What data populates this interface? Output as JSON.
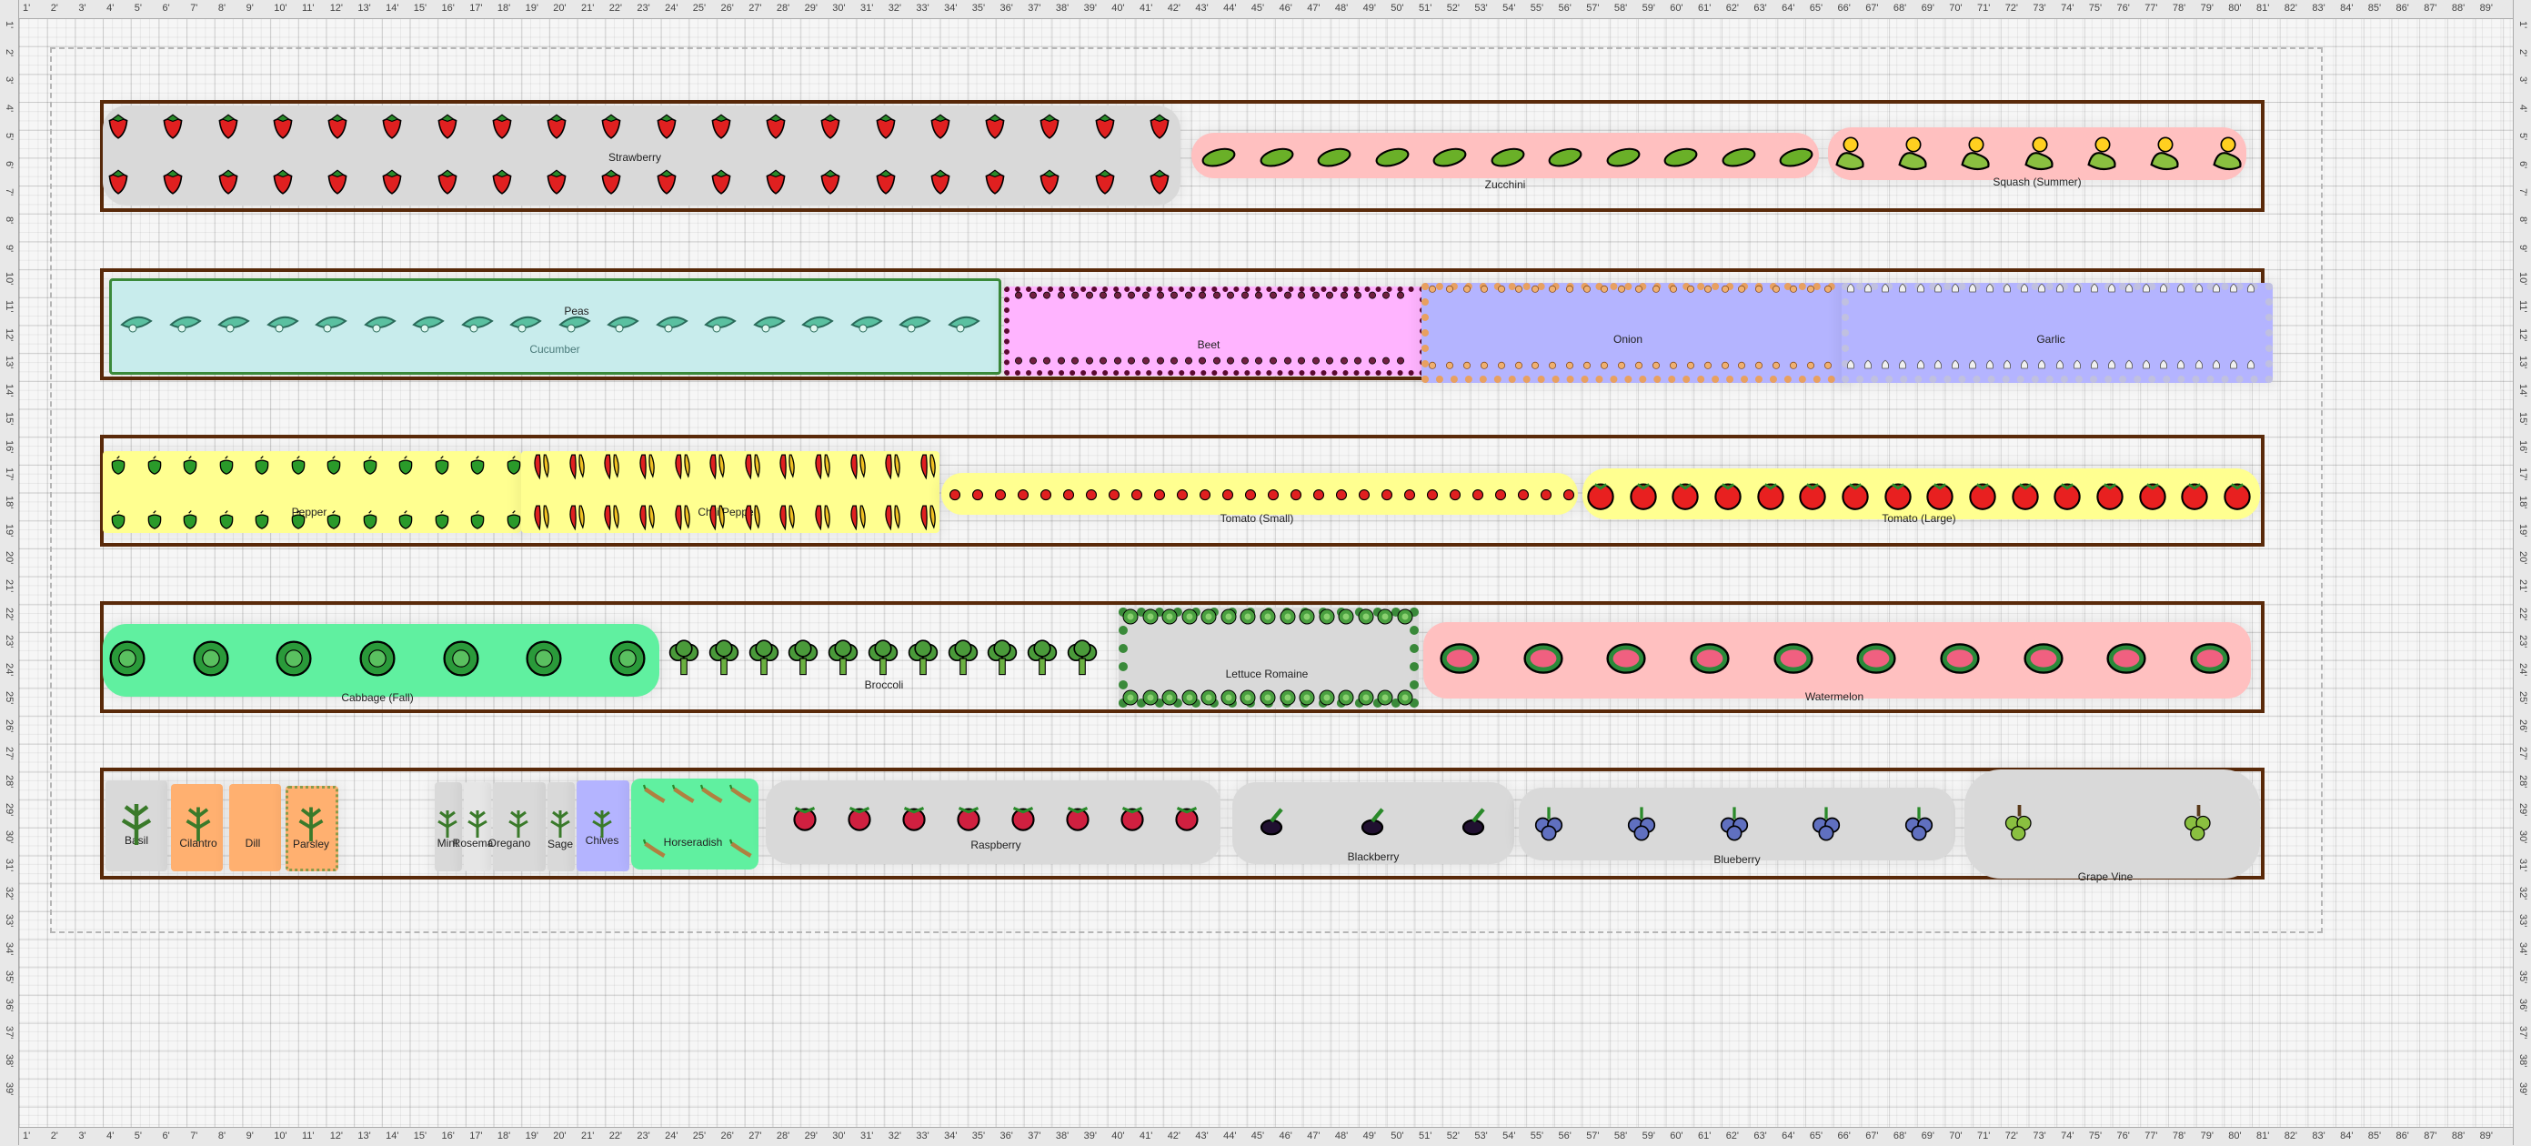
{
  "ruler": {
    "top_labels": [
      "1'",
      "2'",
      "3'",
      "4'",
      "5'",
      "6'",
      "7'",
      "8'",
      "9'",
      "10'",
      "11'",
      "12'",
      "13'",
      "14'",
      "15'",
      "16'",
      "17'",
      "18'",
      "19'",
      "20'",
      "21'",
      "22'",
      "23'",
      "24'",
      "25'",
      "26'",
      "27'",
      "28'",
      "29'",
      "30'",
      "31'",
      "32'",
      "33'",
      "34'",
      "35'",
      "36'",
      "37'",
      "38'",
      "39'",
      "40'",
      "41'",
      "42'",
      "43'",
      "44'",
      "45'",
      "46'",
      "47'",
      "48'",
      "49'",
      "50'",
      "51'",
      "52'",
      "53'",
      "54'",
      "55'",
      "56'",
      "57'",
      "58'",
      "59'",
      "60'",
      "61'",
      "62'",
      "63'",
      "64'",
      "65'",
      "66'",
      "67'",
      "68'",
      "69'",
      "70'",
      "71'",
      "72'",
      "73'",
      "74'",
      "75'",
      "76'",
      "77'",
      "78'",
      "79'",
      "80'",
      "81'",
      "82'",
      "83'",
      "84'",
      "85'",
      "86'",
      "87'",
      "88'",
      "89'"
    ],
    "side_labels": [
      "1'",
      "2'",
      "3'",
      "4'",
      "5'",
      "6'",
      "7'",
      "8'",
      "9'",
      "10'",
      "11'",
      "12'",
      "13'",
      "14'",
      "15'",
      "16'",
      "17'",
      "18'",
      "19'",
      "20'",
      "21'",
      "22'",
      "23'",
      "24'",
      "25'",
      "26'",
      "27'",
      "28'",
      "29'",
      "30'",
      "31'",
      "32'",
      "33'",
      "34'",
      "35'",
      "36'",
      "37'",
      "38'",
      "39'"
    ]
  },
  "beds": [
    {
      "plants": [
        {
          "label": "Strawberry",
          "icon": "strawberry-icon",
          "color": "#d9d9d9"
        },
        {
          "label": "Zucchini",
          "icon": "zucchini-icon",
          "color": "#ffc0c0"
        },
        {
          "label": "Squash (Summer)",
          "icon": "squash-icon",
          "color": "#ffc0c0"
        }
      ]
    },
    {
      "plants": [
        {
          "label": "Peas",
          "icon": "peas-icon",
          "color": "#c8ecec"
        },
        {
          "label": "Cucumber",
          "icon": "cucumber-icon",
          "color": "#c8ecec"
        },
        {
          "label": "Beet",
          "icon": "beet-icon",
          "color": "#ffb4ff"
        },
        {
          "label": "Onion",
          "icon": "onion-icon",
          "color": "#b4b4ff"
        },
        {
          "label": "Garlic",
          "icon": "garlic-icon",
          "color": "#b4b4ff"
        }
      ]
    },
    {
      "plants": [
        {
          "label": "Pepper",
          "icon": "pepper-icon",
          "color": "#ffff90"
        },
        {
          "label": "Chili Pepper",
          "icon": "chili-icon",
          "color": "#ffff90"
        },
        {
          "label": "Tomato (Small)",
          "icon": "cherry-tomato-icon",
          "color": "#ffff90"
        },
        {
          "label": "Tomato (Large)",
          "icon": "tomato-icon",
          "color": "#ffff90"
        }
      ]
    },
    {
      "plants": [
        {
          "label": "Cabbage (Fall)",
          "icon": "cabbage-icon",
          "color": "#60f0a0"
        },
        {
          "label": "Broccoli",
          "icon": "broccoli-icon",
          "color": "#d9d9d9"
        },
        {
          "label": "Lettuce Romaine",
          "icon": "lettuce-icon",
          "color": "#d9d9d9"
        },
        {
          "label": "Watermelon",
          "icon": "watermelon-icon",
          "color": "#ffc0c0"
        }
      ]
    },
    {
      "plants": [
        {
          "label": "Basil",
          "icon": "basil-icon",
          "color": "#d9d9d9"
        },
        {
          "label": "Cilantro",
          "icon": "cilantro-icon",
          "color": "#ffb070"
        },
        {
          "label": "Dill",
          "icon": "dill-icon",
          "color": "#ffb070"
        },
        {
          "label": "Parsley",
          "icon": "parsley-icon",
          "color": "#ffb070"
        },
        {
          "label": "Mint",
          "icon": "mint-icon",
          "color": "#d9d9d9"
        },
        {
          "label": "Rosemary",
          "icon": "rosemary-icon",
          "color": "#d9d9d9"
        },
        {
          "label": "Oregano",
          "icon": "oregano-icon",
          "color": "#d9d9d9"
        },
        {
          "label": "Sage",
          "icon": "sage-icon",
          "color": "#d9d9d9"
        },
        {
          "label": "Chives",
          "icon": "chives-icon",
          "color": "#b4b4ff"
        },
        {
          "label": "Horseradish",
          "icon": "horseradish-icon",
          "color": "#60f0a0"
        },
        {
          "label": "Raspberry",
          "icon": "raspberry-icon",
          "color": "#d9d9d9"
        },
        {
          "label": "Blackberry",
          "icon": "blackberry-icon",
          "color": "#d9d9d9"
        },
        {
          "label": "Blueberry",
          "icon": "blueberry-icon",
          "color": "#d9d9d9"
        },
        {
          "label": "Grape Vine",
          "icon": "grape-icon",
          "color": "#d9d9d9"
        }
      ]
    }
  ]
}
